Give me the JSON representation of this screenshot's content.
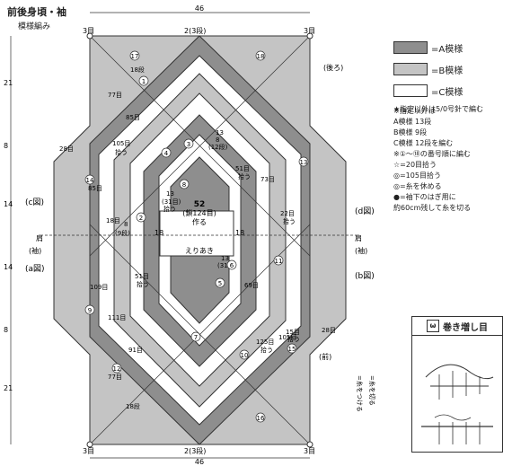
{
  "title": "前後身頃・袖",
  "subtitle": "模様編み",
  "width_top": "46",
  "width_bottom": "46",
  "height_marks": [
    "21",
    "8",
    "14",
    "14",
    "8",
    "21"
  ],
  "top_left_label": "3目",
  "top_right_label": "3目",
  "top_center_label": "2(3段)",
  "bottom_left_label": "3目",
  "bottom_right_label": "3目",
  "bottom_center_label": "2(3段)",
  "side_labels": {
    "c": "(c図)",
    "a": "(a図)",
    "d": "(d図)",
    "b": "(b図)",
    "shoulder_left": "肩",
    "shoulder_right": "肩",
    "sleeve_left": "(袖)",
    "sleeve_right": "(袖)",
    "back": "(後ろ)",
    "front": "(前)"
  },
  "center": {
    "count": "52",
    "count_sub": "(鎖124目)",
    "make": "作る",
    "neck": "えりあき",
    "left18": "18",
    "right18": "18"
  },
  "annotations": [
    "18段",
    "77目",
    "85目",
    "13",
    "8",
    "(12段)",
    "105目",
    "拾う",
    "28目",
    "85目",
    "51目",
    "拾う",
    "73目",
    "13",
    "(31目)",
    "拾う",
    "22目",
    "拾う",
    "18目",
    "8",
    "(9段)",
    "51目",
    "拾う",
    "109目",
    "111目",
    "91目",
    "77目",
    "18段",
    "125目",
    "105目",
    "拾う",
    "69目",
    "28目",
    "13",
    "(31目)",
    "15目",
    "拾う"
  ],
  "circled_numbers": [
    "1",
    "2",
    "3",
    "4",
    "5",
    "6",
    "7",
    "8",
    "9",
    "10",
    "11",
    "12",
    "13",
    "14",
    "15",
    "16",
    "17",
    "18"
  ],
  "legend": [
    {
      "label": "=A模様",
      "color": "#8e8e8e"
    },
    {
      "label": "=B模様",
      "color": "#c4c4c4"
    },
    {
      "label": "=C模様",
      "color": "#ffffff"
    }
  ],
  "legend_note": "★指定以外は5/0号針で編む",
  "notes": [
    "※指定以外は",
    "A模様 13段",
    "B模様 9段",
    "C模様 12段を編む",
    "※①～⑱の番号順に編む",
    "",
    "☆=20目拾う",
    "◎=105目拾う",
    "",
    "◎=糸を休める",
    "●=袖下のはぎ用に",
    "約60cm残して糸を切る"
  ],
  "yarn_labels": {
    "cut": "=糸を切る",
    "attach": "=糸をつける"
  },
  "inset_title": "巻き増し目",
  "colors": {
    "A": "#8e8e8e",
    "B": "#c4c4c4",
    "C": "#ffffff",
    "line": "#333333"
  }
}
